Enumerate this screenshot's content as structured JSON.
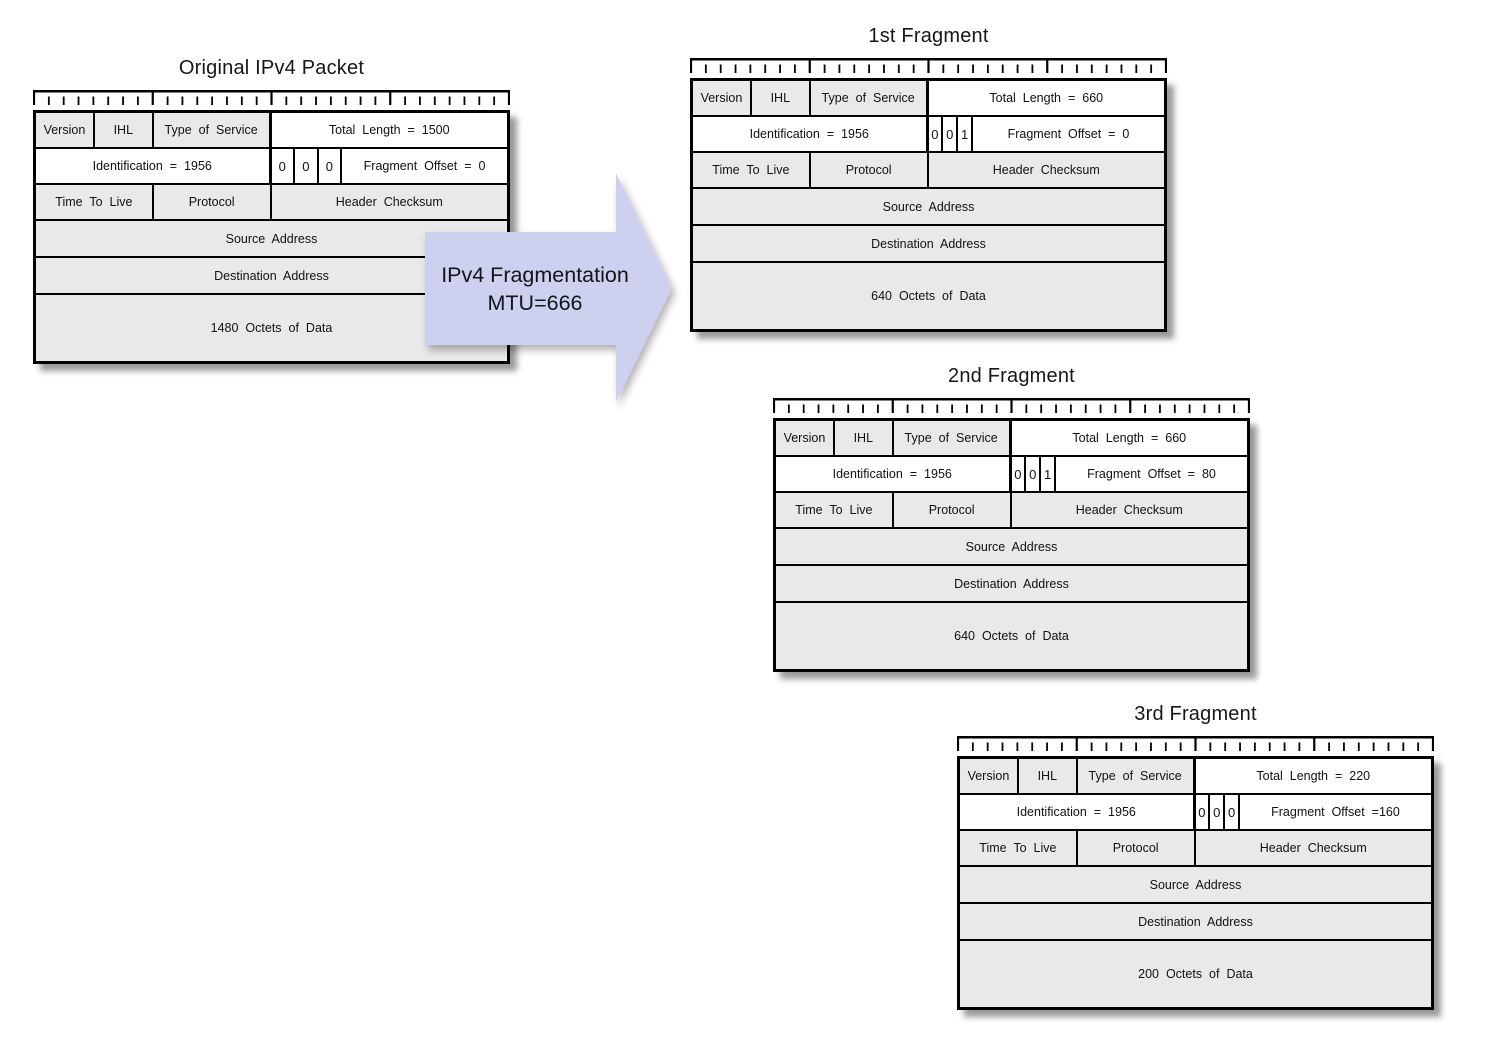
{
  "page": {
    "background": "#ffffff"
  },
  "colors": {
    "shaded_cell": "#e9e9e9",
    "white_cell": "#ffffff",
    "border": "#000000",
    "text": "#111116"
  },
  "arrow": {
    "label_line1": "IPv4 Fragmentation",
    "label_line2": "MTU=666",
    "fill": "#cdd0ee"
  },
  "packets": [
    {
      "title": "Original IPv4 Packet",
      "version": "Version",
      "ihl": "IHL",
      "tos": "Type of Service",
      "total_length": "Total Length = 1500",
      "identification": "Identification = 1956",
      "flags": [
        "0",
        "0",
        "0"
      ],
      "fragment_offset": "Fragment Offset = 0",
      "ttl": "Time To Live",
      "protocol": "Protocol",
      "checksum": "Header Checksum",
      "source": "Source Address",
      "destination": "Destination Address",
      "data": "1480 Octets of Data"
    },
    {
      "title": "1st Fragment",
      "version": "Version",
      "ihl": "IHL",
      "tos": "Type of Service",
      "total_length": "Total Length = 660",
      "identification": "Identification = 1956",
      "flags": [
        "0",
        "0",
        "1"
      ],
      "fragment_offset": "Fragment Offset = 0",
      "ttl": "Time To Live",
      "protocol": "Protocol",
      "checksum": "Header Checksum",
      "source": "Source Address",
      "destination": "Destination Address",
      "data": "640 Octets of Data"
    },
    {
      "title": "2nd Fragment",
      "version": "Version",
      "ihl": "IHL",
      "tos": "Type of Service",
      "total_length": "Total Length = 660",
      "identification": "Identification = 1956",
      "flags": [
        "0",
        "0",
        "1"
      ],
      "fragment_offset": "Fragment Offset = 80",
      "ttl": "Time To Live",
      "protocol": "Protocol",
      "checksum": "Header Checksum",
      "source": "Source Address",
      "destination": "Destination Address",
      "data": "640 Octets of Data"
    },
    {
      "title": "3rd Fragment",
      "version": "Version",
      "ihl": "IHL",
      "tos": "Type of Service",
      "total_length": "Total Length = 220",
      "identification": "Identification = 1956",
      "flags": [
        "0",
        "0",
        "0"
      ],
      "fragment_offset": "Fragment Offset =160",
      "ttl": "Time To Live",
      "protocol": "Protocol",
      "checksum": "Header Checksum",
      "source": "Source Address",
      "destination": "Destination Address",
      "data": "200 Octets of Data"
    }
  ]
}
